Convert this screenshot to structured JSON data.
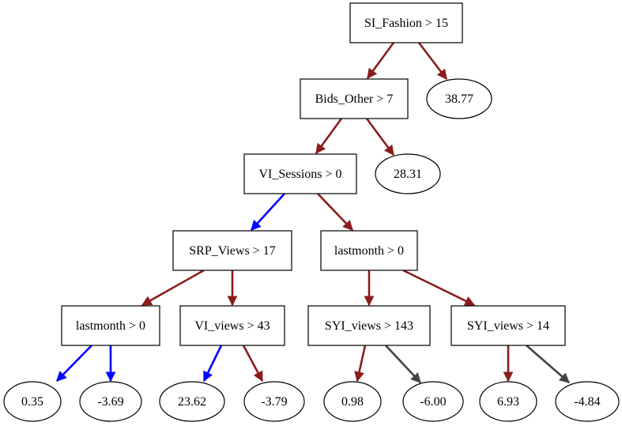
{
  "colors": {
    "edge_dark_red": "#8b1c1c",
    "edge_blue": "#0000ff",
    "edge_dark_gray": "#444444",
    "node_stroke": "#000000",
    "background": "#ffffff"
  },
  "nodes": {
    "n1": {
      "label": "SI_Fashion > 15",
      "shape": "box"
    },
    "n2": {
      "label": "Bids_Other > 7",
      "shape": "box"
    },
    "n3": {
      "label": "38.77",
      "shape": "ellipse"
    },
    "n4": {
      "label": "VI_Sessions > 0",
      "shape": "box"
    },
    "n5": {
      "label": "28.31",
      "shape": "ellipse"
    },
    "n6": {
      "label": "SRP_Views > 17",
      "shape": "box"
    },
    "n7": {
      "label": "lastmonth > 0",
      "shape": "box"
    },
    "n8": {
      "label": "lastmonth > 0",
      "shape": "box"
    },
    "n9": {
      "label": "VI_views > 43",
      "shape": "box"
    },
    "n10": {
      "label": "SYI_views > 143",
      "shape": "box"
    },
    "n11": {
      "label": "SYI_views > 14",
      "shape": "box"
    },
    "n12": {
      "label": "0.35",
      "shape": "ellipse"
    },
    "n13": {
      "label": "-3.69",
      "shape": "ellipse"
    },
    "n14": {
      "label": "23.62",
      "shape": "ellipse"
    },
    "n15": {
      "label": "-3.79",
      "shape": "ellipse"
    },
    "n16": {
      "label": "0.98",
      "shape": "ellipse"
    },
    "n17": {
      "label": "-6.00",
      "shape": "ellipse"
    },
    "n18": {
      "label": "6.93",
      "shape": "ellipse"
    },
    "n19": {
      "label": "-4.84",
      "shape": "ellipse"
    }
  },
  "edges": [
    {
      "from": "n1",
      "to": "n2",
      "color": "edge_dark_red"
    },
    {
      "from": "n1",
      "to": "n3",
      "color": "edge_dark_red"
    },
    {
      "from": "n2",
      "to": "n4",
      "color": "edge_dark_red"
    },
    {
      "from": "n2",
      "to": "n5",
      "color": "edge_dark_red"
    },
    {
      "from": "n4",
      "to": "n6",
      "color": "edge_blue"
    },
    {
      "from": "n4",
      "to": "n7",
      "color": "edge_dark_red"
    },
    {
      "from": "n6",
      "to": "n8",
      "color": "edge_dark_red"
    },
    {
      "from": "n6",
      "to": "n9",
      "color": "edge_dark_red"
    },
    {
      "from": "n7",
      "to": "n10",
      "color": "edge_dark_red"
    },
    {
      "from": "n7",
      "to": "n11",
      "color": "edge_dark_red"
    },
    {
      "from": "n8",
      "to": "n12",
      "color": "edge_blue"
    },
    {
      "from": "n8",
      "to": "n13",
      "color": "edge_blue"
    },
    {
      "from": "n9",
      "to": "n14",
      "color": "edge_blue"
    },
    {
      "from": "n9",
      "to": "n15",
      "color": "edge_dark_red"
    },
    {
      "from": "n10",
      "to": "n16",
      "color": "edge_dark_red"
    },
    {
      "from": "n10",
      "to": "n17",
      "color": "edge_dark_gray"
    },
    {
      "from": "n11",
      "to": "n18",
      "color": "edge_dark_red"
    },
    {
      "from": "n11",
      "to": "n19",
      "color": "edge_dark_gray"
    }
  ]
}
